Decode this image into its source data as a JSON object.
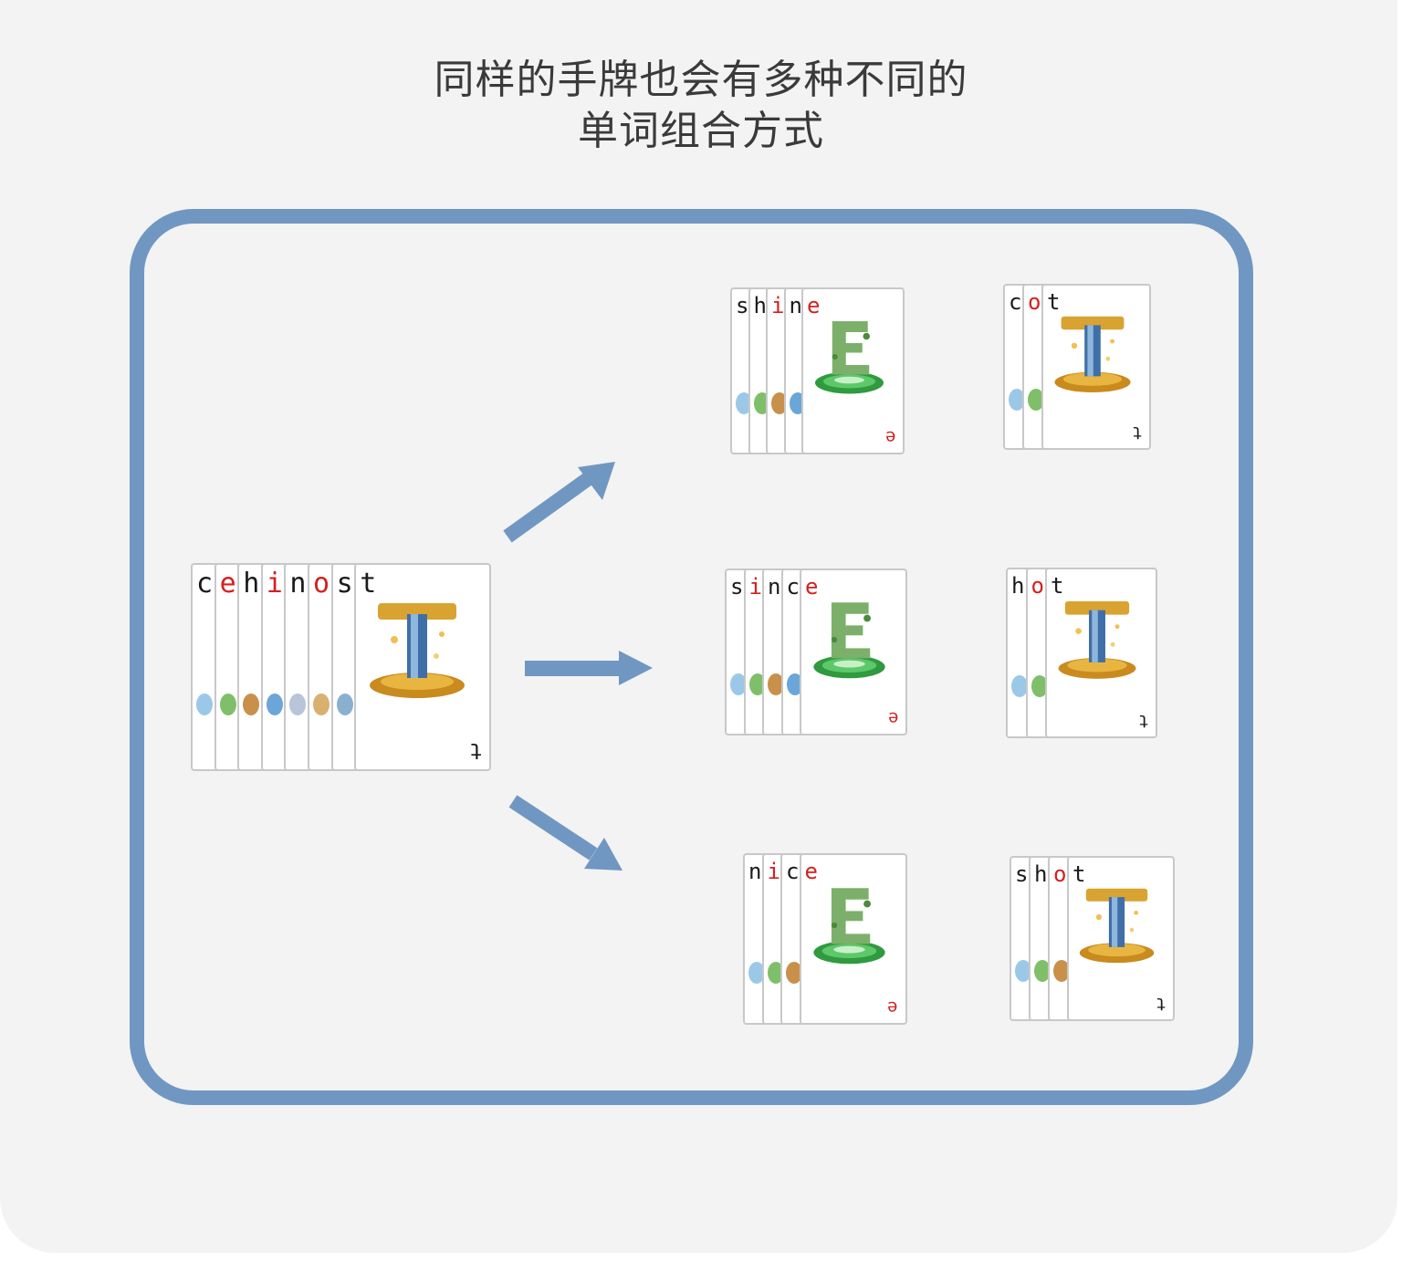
{
  "title": {
    "line1": "同样的手牌也会有多种不同的",
    "line2": "单词组合方式"
  },
  "colors": {
    "panel_border": "#7097c2",
    "arrow": "#7097c2",
    "letter_black": "#1a1a1a",
    "letter_red": "#d42020"
  },
  "hands": [
    {
      "id": "hand-source",
      "letters": [
        "c",
        "e",
        "h",
        "i",
        "n",
        "o",
        "s",
        "t"
      ],
      "colors": [
        "black",
        "red",
        "black",
        "red",
        "black",
        "red",
        "black",
        "black"
      ],
      "art": "T"
    },
    {
      "id": "word-shine",
      "letters": [
        "s",
        "h",
        "i",
        "n",
        "e"
      ],
      "colors": [
        "black",
        "black",
        "red",
        "black",
        "red"
      ],
      "art": "E"
    },
    {
      "id": "word-cot",
      "letters": [
        "c",
        "o",
        "t"
      ],
      "colors": [
        "black",
        "red",
        "black"
      ],
      "art": "T"
    },
    {
      "id": "word-since",
      "letters": [
        "s",
        "i",
        "n",
        "c",
        "e"
      ],
      "colors": [
        "black",
        "red",
        "black",
        "black",
        "red"
      ],
      "art": "E"
    },
    {
      "id": "word-hot",
      "letters": [
        "h",
        "o",
        "t"
      ],
      "colors": [
        "black",
        "red",
        "black"
      ],
      "art": "T"
    },
    {
      "id": "word-nice",
      "letters": [
        "n",
        "i",
        "c",
        "e"
      ],
      "colors": [
        "black",
        "red",
        "black",
        "red"
      ],
      "art": "E"
    },
    {
      "id": "word-shot",
      "letters": [
        "s",
        "h",
        "o",
        "t"
      ],
      "colors": [
        "black",
        "black",
        "red",
        "black"
      ],
      "art": "T"
    }
  ],
  "icons": {
    "arrow_up": "arrow-up-right-icon",
    "arrow_right": "arrow-right-icon",
    "arrow_down": "arrow-down-right-icon",
    "card_art_t": "golden-letter-t-art",
    "card_art_e": "green-letter-e-art"
  }
}
